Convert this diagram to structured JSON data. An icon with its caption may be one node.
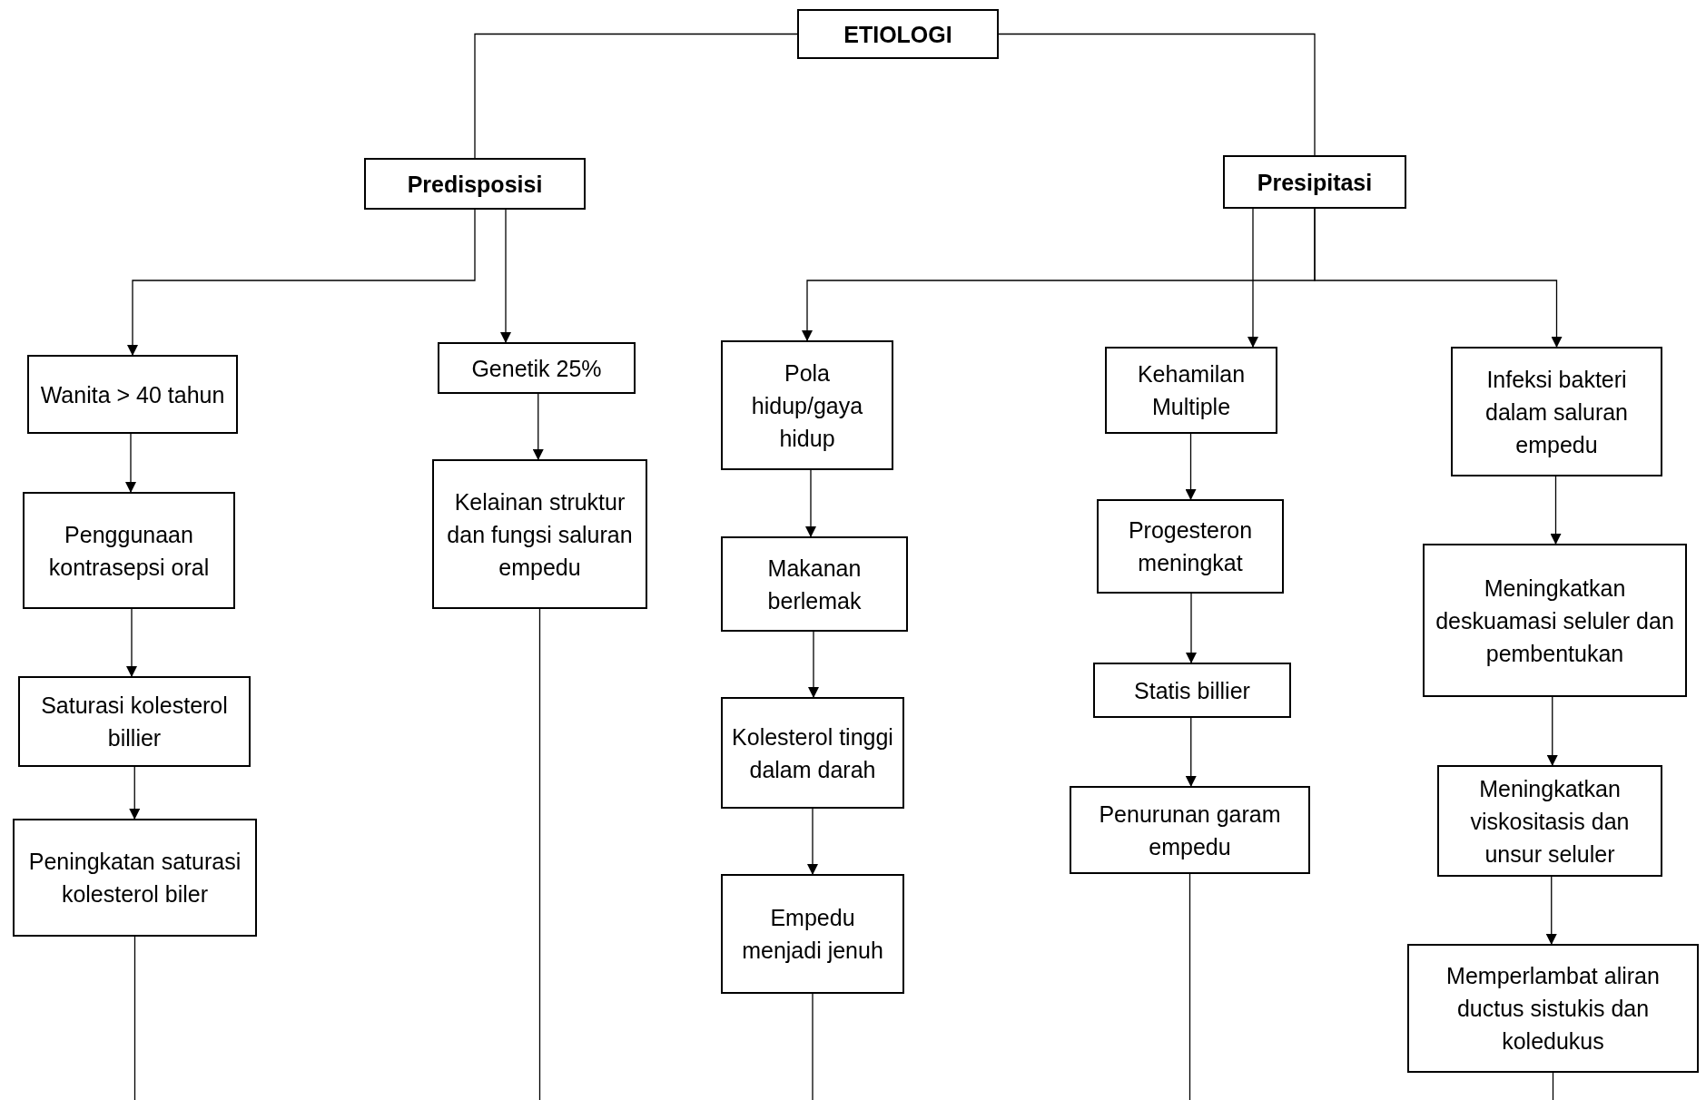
{
  "diagram": {
    "nodes": [
      {
        "text": [
          "ETIOLOGI"
        ]
      },
      {
        "text": [
          "Predisposisi"
        ]
      },
      {
        "text": [
          "Presipitasi"
        ]
      },
      {
        "text": [
          "Wanita > 40 tahun"
        ]
      },
      {
        "text": [
          "Penggunaan kontrasepsi oral"
        ]
      },
      {
        "text": [
          "Saturasi kolesterol billier"
        ]
      },
      {
        "text": [
          "Peningkatan saturasi kolesterol biler"
        ]
      },
      {
        "text": [
          "Genetik 25%"
        ]
      },
      {
        "text": [
          "Kelainan struktur dan fungsi saluran empedu"
        ]
      },
      {
        "text": [
          "Pola hidup/gaya hidup"
        ]
      },
      {
        "text": [
          "Makanan berlemak"
        ]
      },
      {
        "text": [
          "Kolesterol tinggi dalam darah"
        ]
      },
      {
        "text": [
          "Empedu menjadi jenuh"
        ]
      },
      {
        "text": [
          "Kehamilan Multiple"
        ]
      },
      {
        "text": [
          "Progesteron meningkat"
        ]
      },
      {
        "text": [
          "Statis billier"
        ]
      },
      {
        "text": [
          "Penurunan garam empedu"
        ]
      },
      {
        "text": [
          "Infeksi bakteri dalam saluran empedu"
        ]
      },
      {
        "text": [
          "Meningkatkan deskuamasi seluler dan pembentukan"
        ]
      },
      {
        "text": [
          "Meningkatkan viskositasis dan unsur seluler"
        ]
      },
      {
        "text": [
          "Memperlambat aliran ductus sistukis dan koledukus"
        ]
      }
    ],
    "edges": [
      {
        "from": 0,
        "to": 1,
        "arrow": "none"
      },
      {
        "from": 0,
        "to": 2,
        "arrow": "none"
      },
      {
        "from": 1,
        "to": 3,
        "arrow": "to"
      },
      {
        "from": 1,
        "to": 7,
        "arrow": "to"
      },
      {
        "from": 2,
        "to": 9,
        "arrow": "to"
      },
      {
        "from": 2,
        "to": 13,
        "arrow": "to"
      },
      {
        "from": 2,
        "to": 17,
        "arrow": "to"
      },
      {
        "from": 3,
        "to": 4,
        "arrow": "to"
      },
      {
        "from": 4,
        "to": 5,
        "arrow": "to"
      },
      {
        "from": 5,
        "to": 6,
        "arrow": "to"
      },
      {
        "from": 7,
        "to": 8,
        "arrow": "to"
      },
      {
        "from": 9,
        "to": 10,
        "arrow": "to"
      },
      {
        "from": 10,
        "to": 11,
        "arrow": "to"
      },
      {
        "from": 11,
        "to": 12,
        "arrow": "to"
      },
      {
        "from": 13,
        "to": 14,
        "arrow": "to"
      },
      {
        "from": 14,
        "to": 15,
        "arrow": "to"
      },
      {
        "from": 15,
        "to": 16,
        "arrow": "to"
      },
      {
        "from": 17,
        "to": 18,
        "arrow": "to"
      },
      {
        "from": 18,
        "to": 19,
        "arrow": "to"
      },
      {
        "from": 19,
        "to": 20,
        "arrow": "to"
      },
      {
        "from": 6,
        "to": null,
        "arrow": "none"
      },
      {
        "from": 8,
        "to": null,
        "arrow": "none"
      },
      {
        "from": 12,
        "to": null,
        "arrow": "none"
      },
      {
        "from": 16,
        "to": null,
        "arrow": "none"
      },
      {
        "from": 20,
        "to": null,
        "arrow": "none"
      }
    ]
  }
}
